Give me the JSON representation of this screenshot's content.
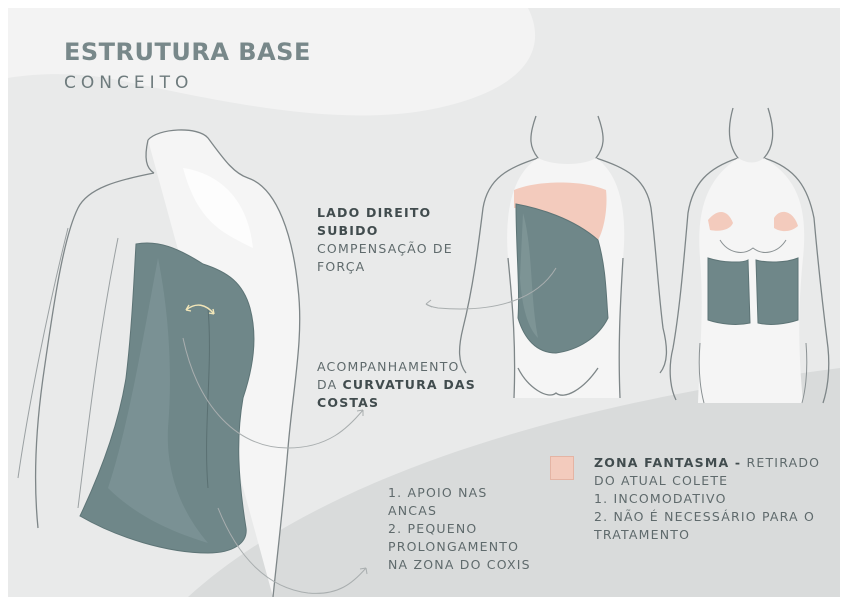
{
  "title": "ESTRUTURA BASE",
  "subtitle": "CONCEITO",
  "colors": {
    "background": "#e9eaea",
    "shape_light": "#f4f4f4",
    "garment": "#6f8789",
    "garment_dark": "#5d7476",
    "phantom_zone": "#f3cbbd",
    "body_outline": "#8a9193",
    "text": "#5f6a6c"
  },
  "annotations": {
    "right_side": {
      "line1": "LADO DIREITO",
      "line2": "SUBIDO",
      "line3": "COMPENSAÇÃO DE",
      "line4": "FORÇA"
    },
    "back_curve": {
      "line1": "ACOMPANHAMENTO",
      "line2_plain": "DA ",
      "line2_bold": "CURVATURA DAS",
      "line3": "COSTAS"
    },
    "hips": {
      "line1": "1. APOIO NAS",
      "line2": "ANCAS",
      "line3": "2. PEQUENO",
      "line4": "PROLONGAMENTO",
      "line5": "NA ZONA DO COXIS"
    },
    "phantom": {
      "title_bold": "ZONA FANTASMA -",
      "title_rest": " RETIRADO",
      "line2": "DO ATUAL COLETE",
      "line3": "1. INCOMODATIVO",
      "line4": "2. NÃO É NECESSÁRIO PARA O",
      "line5": "TRATAMENTO"
    }
  }
}
